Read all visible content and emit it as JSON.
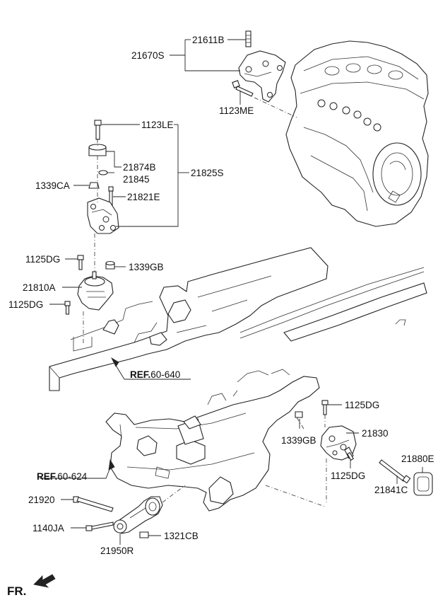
{
  "diagram": {
    "callouts": [
      {
        "id": "21611b",
        "text": "21611B"
      },
      {
        "id": "21670s",
        "text": "21670S"
      },
      {
        "id": "1123me",
        "text": "1123ME"
      },
      {
        "id": "1123le",
        "text": "1123LE"
      },
      {
        "id": "21874b",
        "text": "21874B"
      },
      {
        "id": "21845",
        "text": "21845"
      },
      {
        "id": "21825s",
        "text": "21825S"
      },
      {
        "id": "1339ca",
        "text": "1339CA"
      },
      {
        "id": "21821e",
        "text": "21821E"
      },
      {
        "id": "1125dg-a",
        "text": "1125DG"
      },
      {
        "id": "1339gb-a",
        "text": "1339GB"
      },
      {
        "id": "21810a",
        "text": "21810A"
      },
      {
        "id": "1125dg-b",
        "text": "1125DG"
      },
      {
        "id": "1125dg-c",
        "text": "1125DG"
      },
      {
        "id": "1339gb-b",
        "text": "1339GB"
      },
      {
        "id": "21830",
        "text": "21830"
      },
      {
        "id": "21880e",
        "text": "21880E"
      },
      {
        "id": "1125dg-d",
        "text": "1125DG"
      },
      {
        "id": "21841c",
        "text": "21841C"
      },
      {
        "id": "21920",
        "text": "21920"
      },
      {
        "id": "1140ja",
        "text": "1140JA"
      },
      {
        "id": "1321cb",
        "text": "1321CB"
      },
      {
        "id": "21950r",
        "text": "21950R"
      }
    ],
    "references": [
      {
        "prefix": "REF.",
        "number": "60-640"
      },
      {
        "prefix": "REF.",
        "number": "60-624"
      }
    ],
    "direction_label": "FR."
  }
}
